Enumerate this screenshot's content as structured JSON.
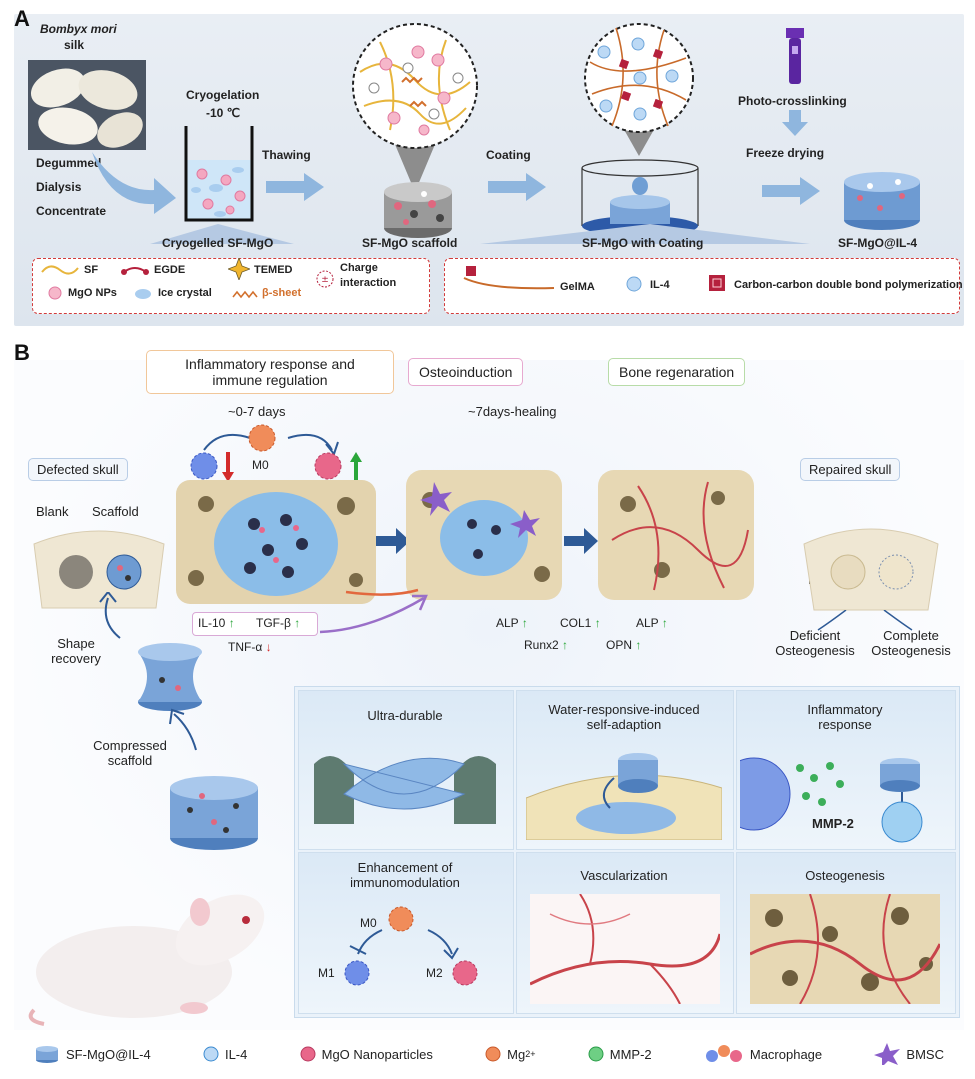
{
  "panel_a": {
    "letter": "A",
    "silk_line1": "Bombyx mori",
    "silk_line2": "silk",
    "steps_left": [
      "Degummed",
      "Dialysis",
      "Concentrate"
    ],
    "cryogelation": "Cryogelation",
    "temperature": "-10 ℃",
    "thawing": "Thawing",
    "coating": "Coating",
    "photo_crosslinking": "Photo-crosslinking",
    "freeze_drying": "Freeze drying",
    "stage_labels": [
      "Cryogelled  SF-MgO",
      "SF-MgO scaffold",
      "SF-MgO with Coating",
      "SF-MgO@IL-4"
    ],
    "legend_left": {
      "sf": "SF",
      "egde": "EGDE",
      "temed": "TEMED",
      "charge_1": "Charge",
      "charge_2": "interaction",
      "mgo": "MgO NPs",
      "ice": "Ice crystal",
      "beta": "β-sheet"
    },
    "legend_right": {
      "gelma": "GelMA",
      "il4": "IL-4",
      "ccdb": "Carbon-carbon double bond polymerization"
    }
  },
  "panel_b": {
    "letter": "B",
    "box_inflammatory_1": "Inflammatory response and",
    "box_inflammatory_2": "immune regulation",
    "box_osteo": "Osteoinduction",
    "box_bone": "Bone regenaration",
    "days_early": "~0-7 days",
    "days_heal": "~7days-healing",
    "defected": "Defected skull",
    "repaired": "Repaired skull",
    "blank": "Blank",
    "scaffold": "Scaffold",
    "m0": "M0",
    "m1": "M1",
    "m2": "M2",
    "il10": "IL-10",
    "tgfb": "TGF-β",
    "tnfa": "TNF-α",
    "alp": "ALP",
    "col1": "COL1",
    "runx2": "Runx2",
    "opn": "OPN",
    "deficient_1": "Deficient",
    "deficient_2": "Osteogenesis",
    "complete_1": "Complete",
    "complete_2": "Osteogenesis",
    "shape_1": "Shape",
    "shape_2": "recovery",
    "compressed_1": "Compressed",
    "compressed_2": "scaffold",
    "tiles": {
      "t1": "Ultra-durable",
      "t2a": "Water-responsive-induced",
      "t2b": "self-adaption",
      "t3a": "Inflammatory",
      "t3b": "response",
      "mmp2": "MMP-2",
      "t4a": "Enhancement of",
      "t4b": "immunomodulation",
      "t5": "Vascularization",
      "t6": "Osteogenesis"
    }
  },
  "legend": {
    "scaffold": "SF-MgO@IL-4",
    "il4": "IL-4",
    "mgo": "MgO Nanoparticles",
    "mg_base": "Mg",
    "mg_sup": "2+",
    "mmp2": "MMP-2",
    "macrophage": "Macrophage",
    "bmsc": "BMSC"
  }
}
